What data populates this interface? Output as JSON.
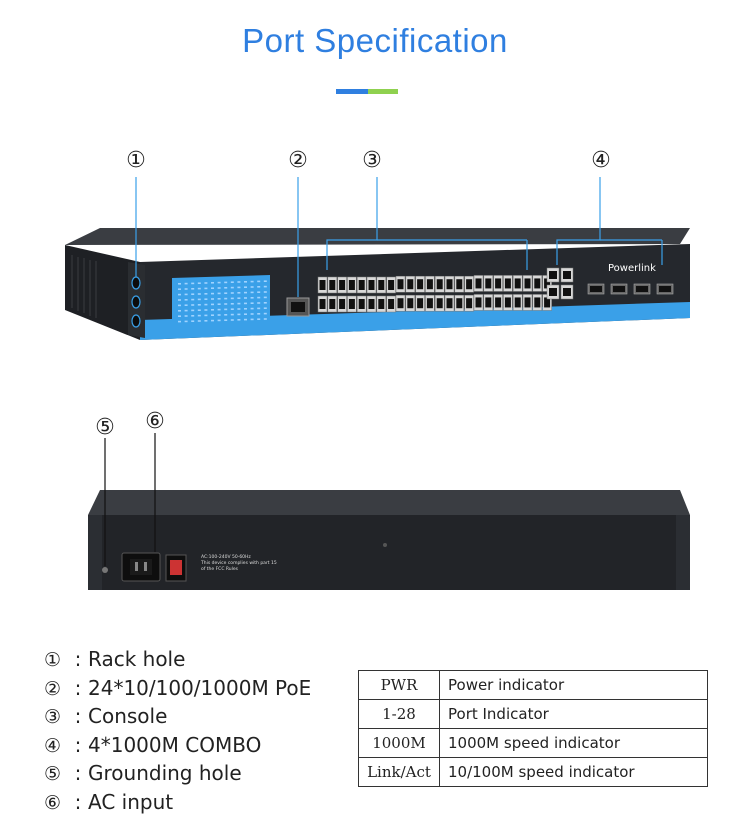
{
  "page": {
    "title": "Port Specification"
  },
  "colors": {
    "accent_blue": "#2f7fe0",
    "accent_green": "#8fd14f",
    "panel_blue": "#3aa0e8"
  },
  "callouts": [
    "①",
    "②",
    "③",
    "④",
    "⑤",
    "⑥"
  ],
  "front_panel": {
    "brand": "Powerlink"
  },
  "rear_panel": {
    "label_lines": [
      "AC:100-240V 50-60Hz",
      "This device complies with part 15",
      "of the FCC Rules"
    ]
  },
  "legend": [
    {
      "num": "①",
      "text": "Rack hole"
    },
    {
      "num": "②",
      "text": "24*10/100/1000M PoE"
    },
    {
      "num": "③",
      "text": "Console"
    },
    {
      "num": "④",
      "text": "4*1000M COMBO"
    },
    {
      "num": "⑤",
      "text": "Grounding hole"
    },
    {
      "num": "⑥",
      "text": "AC input"
    }
  ],
  "indicators": [
    {
      "key": "PWR",
      "desc": "Power indicator"
    },
    {
      "key": "1-28",
      "desc": "Port Indicator"
    },
    {
      "key": "1000M",
      "desc": "1000M speed indicator"
    },
    {
      "key": "Link/Act",
      "desc": "10/100M speed indicator"
    }
  ]
}
